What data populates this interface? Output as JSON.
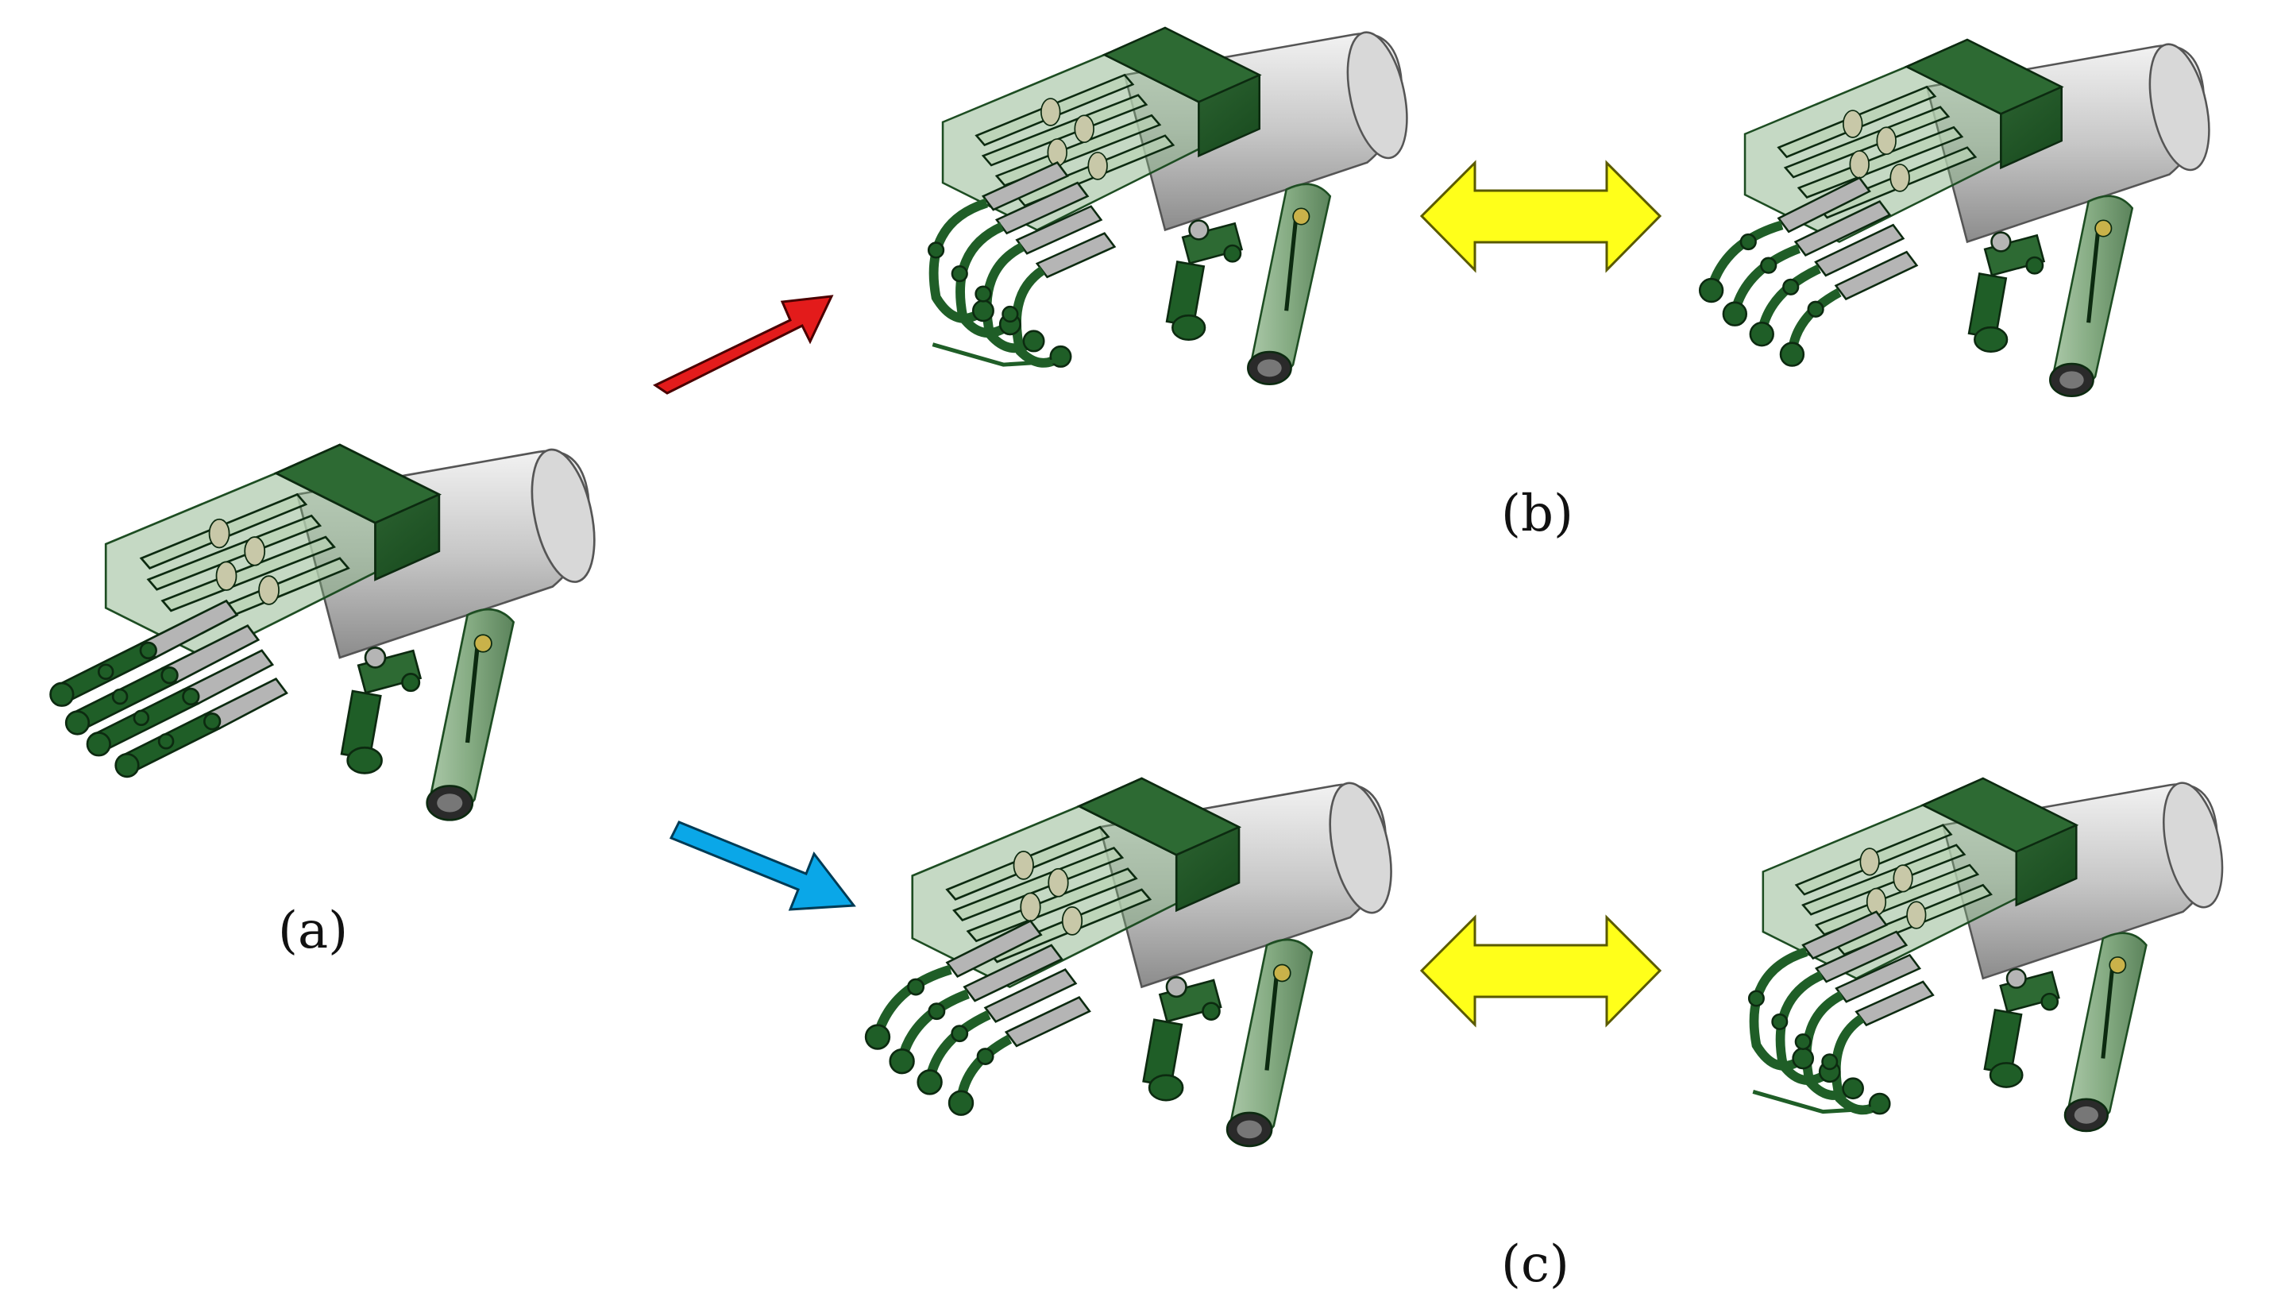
{
  "figure": {
    "labels": {
      "a": "(a)",
      "b": "(b)",
      "c": "(c)"
    },
    "hands": [
      {
        "id": "a",
        "pose": "open"
      },
      {
        "id": "b1",
        "pose": "grasp"
      },
      {
        "id": "b2",
        "pose": "half-open"
      },
      {
        "id": "c1",
        "pose": "half-open"
      },
      {
        "id": "c2",
        "pose": "grasp"
      }
    ],
    "arrows": [
      {
        "id": "to-b",
        "color": "#e31b1b"
      },
      {
        "id": "to-c",
        "color": "#0aa7e8"
      },
      {
        "id": "swap-b",
        "color": "#ffff1a"
      },
      {
        "id": "swap-c",
        "color": "#ffff1a"
      }
    ],
    "colors": {
      "body_green": "#1f5e27",
      "body_green_light": "#5c8f5c",
      "cylinder_gray": "#c9c9c9",
      "joint_gray": "#b5b5b5",
      "outline": "#0c2a10"
    }
  }
}
